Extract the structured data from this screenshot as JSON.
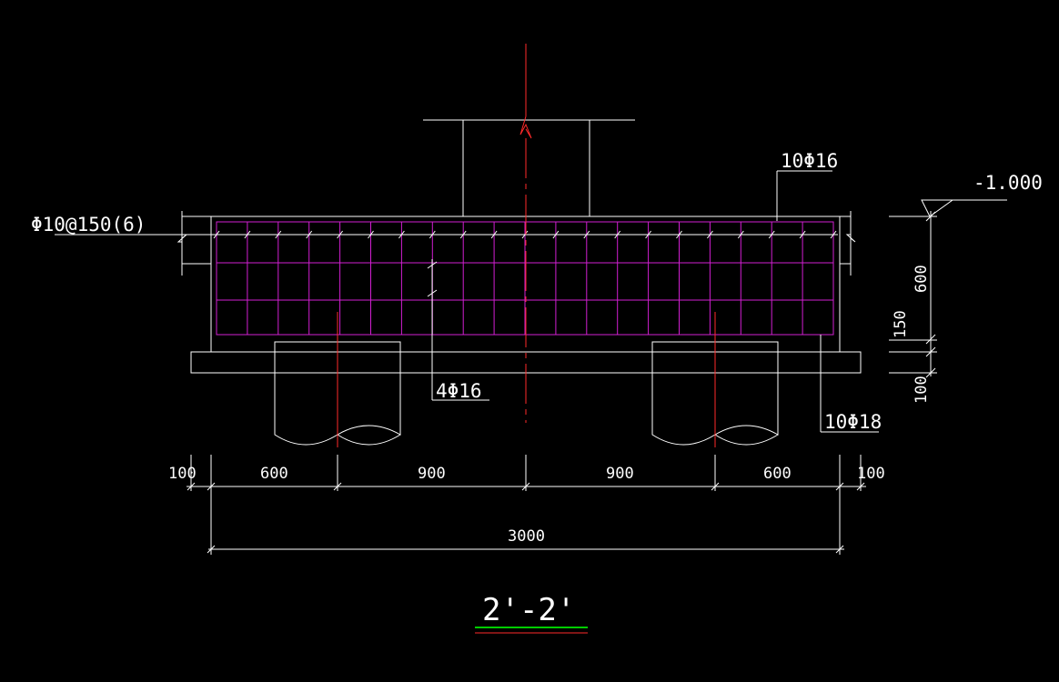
{
  "drawing": {
    "title": "2'-2'",
    "elevation_label": "-1.000",
    "colors": {
      "background": "#000000",
      "line": "#ffffff",
      "rebar": "#d21fd2",
      "centerline": "#ff2a2a",
      "title_underline_top": "#00cc00",
      "title_underline_bottom": "#ff2a2a"
    },
    "rebar_labels": {
      "top_bars": "10Φ16",
      "stirrups": "Φ10@150(6)",
      "side_bars": "4Φ16",
      "bottom_bars": "10Φ18"
    },
    "dimensions": {
      "bottom_segments": [
        "100",
        "600",
        "900",
        "900",
        "600",
        "100"
      ],
      "total": "3000",
      "vertical": [
        "600",
        "150",
        "100"
      ]
    }
  }
}
